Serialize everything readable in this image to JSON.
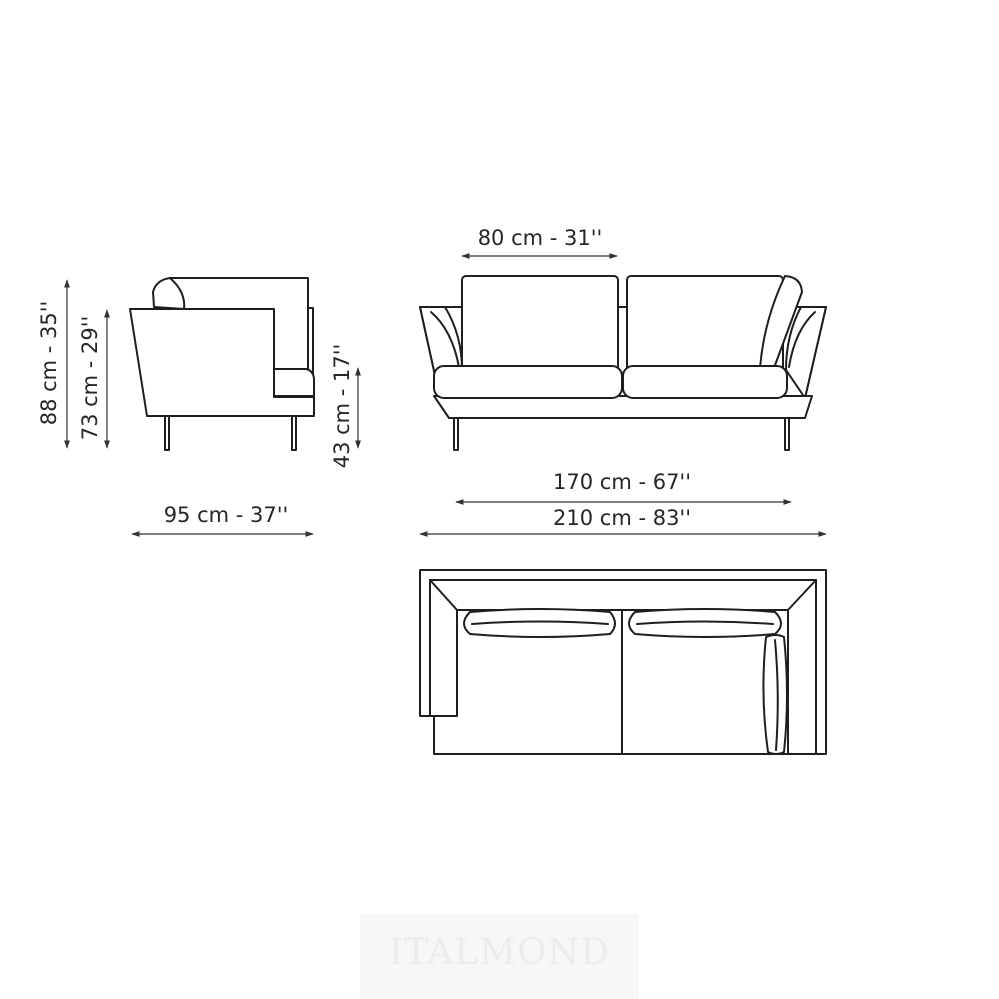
{
  "dimensions": {
    "total_height": "88 cm - 35''",
    "armrest_height": "73 cm - 29''",
    "seat_height": "43 cm - 17''",
    "depth": "95 cm - 37''",
    "cushion_width": "80 cm - 31''",
    "inner_width": "170 cm - 67''",
    "total_width": "210 cm - 83''"
  },
  "watermark": "ITALMOND",
  "colors": {
    "line": "#1e1e1e",
    "text": "#262626",
    "background": "#ffffff",
    "watermark": "#ececec"
  }
}
